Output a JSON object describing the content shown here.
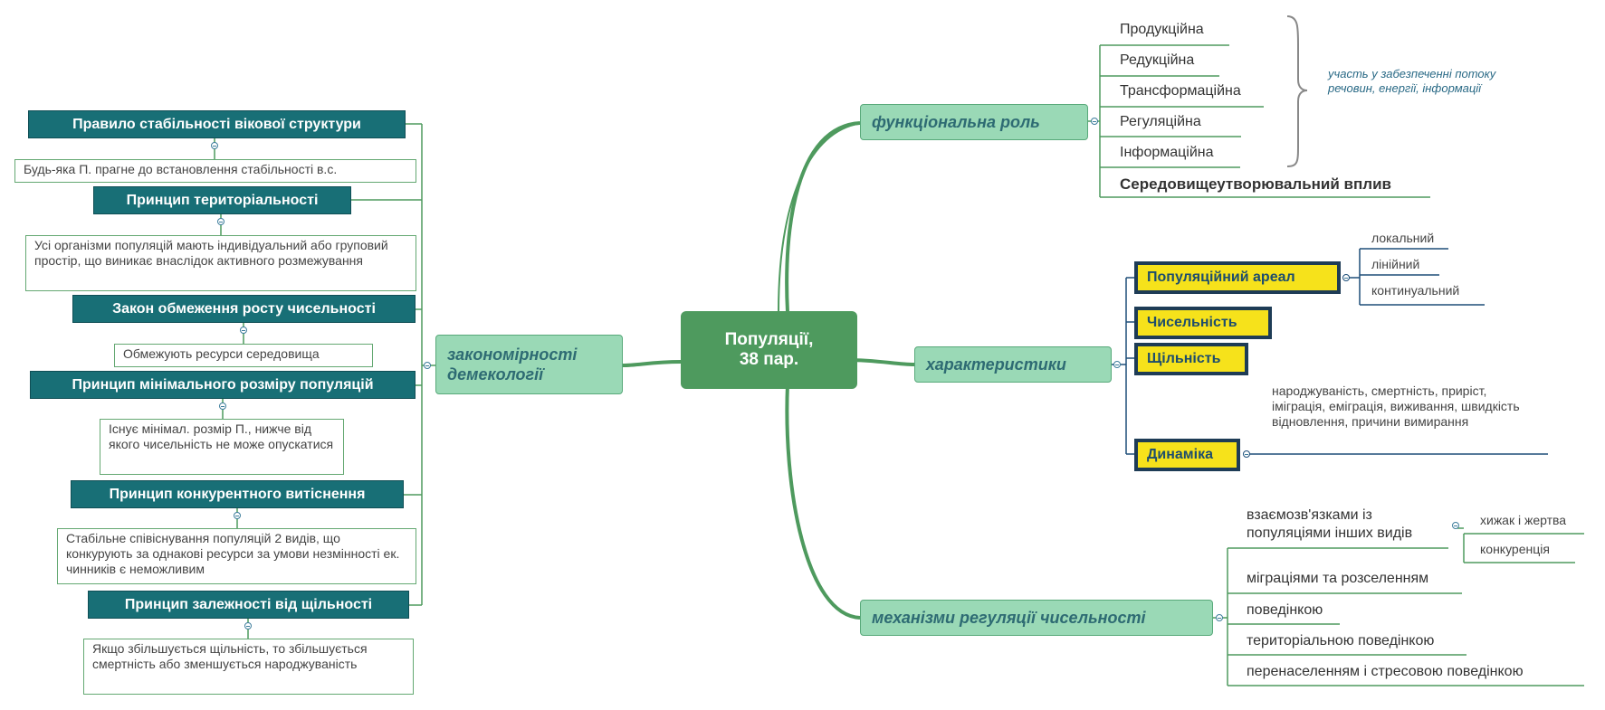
{
  "center": {
    "line1": "Популяції,",
    "line2": "38 пар."
  },
  "branches": {
    "functional": {
      "label": "функціональна роль",
      "items": [
        "Продукційна",
        "Редукційна",
        "Трансформаційна",
        "Регуляційна",
        "Інформаційна"
      ],
      "last": "Середовищеутворювальний вплив",
      "brace_note": "участь у забезпеченні потоку речовин, енергії, інформації"
    },
    "characteristics": {
      "label": "характеристики",
      "area": {
        "label": "Популяційний ареал",
        "subs": [
          "локальний",
          "лінійний",
          "континуальний"
        ]
      },
      "number": "Чисельність",
      "density": "Щільність",
      "dynamics": {
        "label": "Динаміка",
        "note": "народжуваність, смертність, приріст, іміграція, еміграція, виживання, швидкість відновлення, причини вимирання"
      }
    },
    "regulation": {
      "label": "механізми регуляції чисельності",
      "interactions": {
        "label": "взаємозв'язками із популяціями інших видів",
        "subs": [
          "хижак і жертва",
          "конкуренція"
        ]
      },
      "items": [
        "міграціями та розселенням",
        "поведінкою",
        "територіальною поведінкою",
        "перенаселенням і стресовою поведінкою"
      ]
    },
    "laws": {
      "label": "закономірності демекології",
      "rules": [
        {
          "title": "Правило стабільності вікової структури",
          "desc": "Будь-яка П. прагне до встановлення стабільності в.с."
        },
        {
          "title": "Принцип територіальності",
          "desc": "Усі організми популяцій  мають індивідуальний або груповий простір, що виникає внаслідок активного розмежування"
        },
        {
          "title": "Закон обмеження росту чисельності",
          "desc": "Обмежують ресурси середовища"
        },
        {
          "title": "Принцип мінімального розміру популяцій",
          "desc": "Існує мінімал. розмір П., нижче від якого чисельність не може опускатися"
        },
        {
          "title": "Принцип конкурентного витіснення",
          "desc": "Стабільне співіснування популяцій 2 видів, що конкурують за однакові ресурси за умови незмінності ек. чинників є неможливим"
        },
        {
          "title": "Принцип залежності від щільності",
          "desc": "Якщо збільшується щільність, то збільшується смертність або зменшується народжуваність"
        }
      ]
    }
  },
  "colors": {
    "main_branch": "#4e9a5e",
    "rule_fill": "#186f76",
    "highlight": "#f6e21b",
    "line_blue": "#1e4e79"
  }
}
